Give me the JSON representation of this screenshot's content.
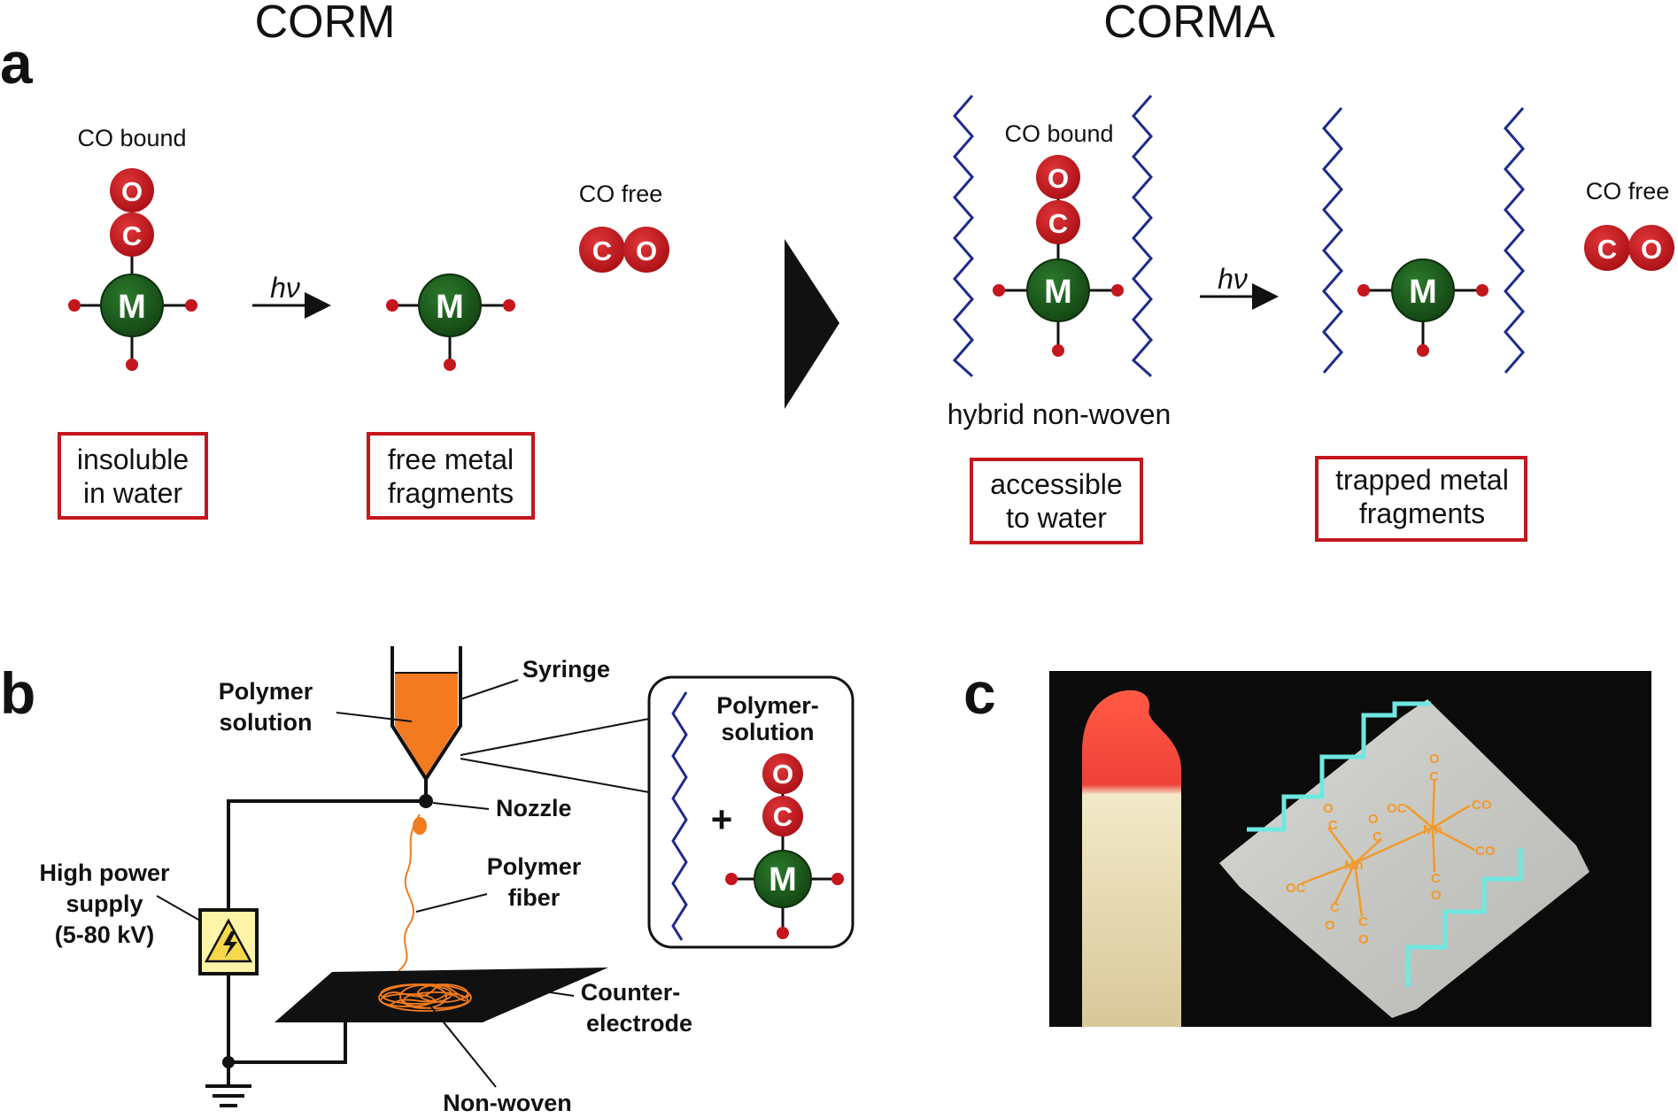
{
  "panel_a": {
    "letter": "a",
    "left_title": "CORM",
    "right_title": "CORMA",
    "co_bound_label": "CO bound",
    "co_free_label": "CO free",
    "hv_label": "hν",
    "metal_symbol": "M",
    "oxygen_symbol": "O",
    "carbon_symbol": "C",
    "hybrid_label": "hybrid non-woven",
    "box_insoluble": [
      "insoluble",
      "in water"
    ],
    "box_free_metal": [
      "free metal",
      "fragments"
    ],
    "box_accessible": [
      "accessible",
      "to water"
    ],
    "box_trapped": [
      "trapped metal",
      "fragments"
    ]
  },
  "panel_b": {
    "letter": "b",
    "syringe": "Syringe",
    "polymer_solution": [
      "Polymer",
      "solution"
    ],
    "nozzle": "Nozzle",
    "polymer_fiber": [
      "Polymer",
      "fiber"
    ],
    "power_supply": [
      "High power",
      "supply",
      "(5-80 kV)"
    ],
    "counter_electrode": [
      "Counter-",
      "electrode"
    ],
    "non_woven": "Non-woven",
    "inset_label": [
      "Polymer-",
      "solution"
    ],
    "plus": "+"
  },
  "panel_c": {
    "letter": "c",
    "mn_label": "Mn",
    "oc_label": "OC",
    "co_label": "CO",
    "o_label": "O",
    "c_label": "C"
  },
  "colors": {
    "red_atom": "#c4161c",
    "green_metal": "#1c5a1c",
    "box_border": "#c4161c",
    "polymer_chain": "#1f2a8c",
    "syringe_fill": "#f47a20",
    "orange_fiber": "#f27b1e",
    "cyan_outline": "#6fe8e0",
    "chem_orange": "#f39a2c"
  }
}
